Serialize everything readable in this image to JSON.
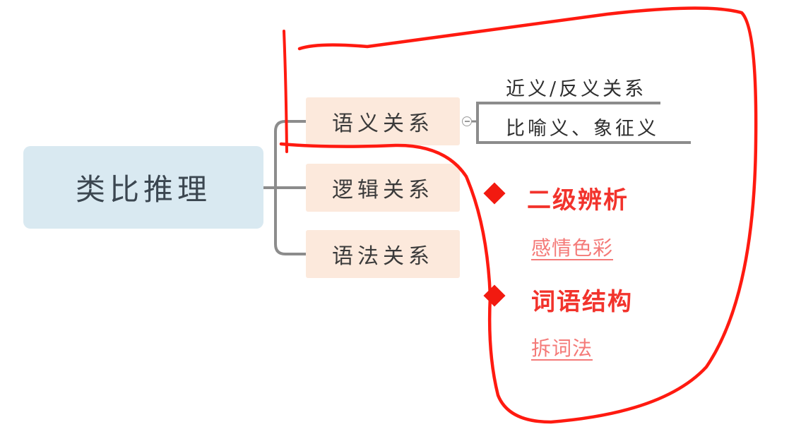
{
  "mindmap": {
    "root": {
      "label": "类比推理",
      "color": "#d9e9f1"
    },
    "branches": [
      {
        "label": "语义关系",
        "color": "#fce9dc",
        "children": [
          {
            "label": "近义/反义关系"
          },
          {
            "label": "比喻义、象征义"
          }
        ]
      },
      {
        "label": "逻辑关系",
        "color": "#fce9dc"
      },
      {
        "label": "语法关系",
        "color": "#fce9dc"
      }
    ]
  },
  "annotations": {
    "stroke_color": "#ff1a10",
    "notes": [
      {
        "title": "二级辨析",
        "sub": "感情色彩"
      },
      {
        "title": "词语结构",
        "sub": "拆词法"
      }
    ]
  }
}
